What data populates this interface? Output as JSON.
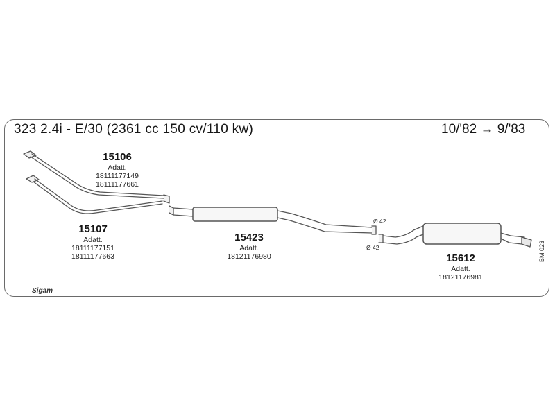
{
  "header": {
    "title": "323 2.4i - E/30 (2361 cc 150 cv/110 kw)",
    "years": "10/'82 → 9/'83"
  },
  "parts": [
    {
      "number": "15106",
      "adapt": "Adatt.",
      "refs": [
        "18111177149",
        "18111177661"
      ]
    },
    {
      "number": "15107",
      "adapt": "Adatt.",
      "refs": [
        "18111177151",
        "18111177663"
      ]
    },
    {
      "number": "15423",
      "adapt": "Adatt.",
      "refs": [
        "18121176980"
      ]
    },
    {
      "number": "15612",
      "adapt": "Adatt.",
      "refs": [
        "18121176981"
      ]
    }
  ],
  "diameters": {
    "upper": "Ø 42",
    "lower": "Ø 42"
  },
  "drawing_code": "BM 023",
  "brand": "Sigam"
}
